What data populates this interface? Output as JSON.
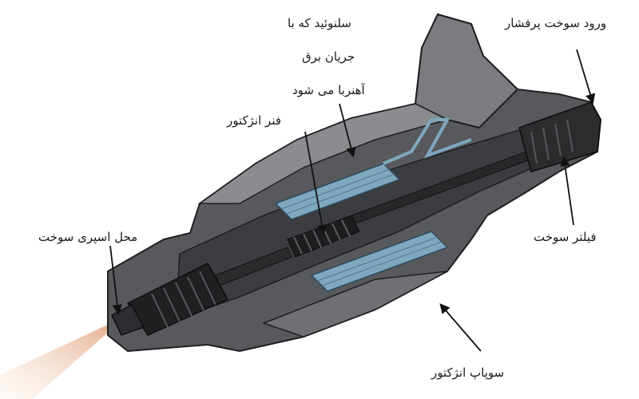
{
  "labels": {
    "solenoid_line1": "سلنوئید که با",
    "solenoid_line2": "جریان برق",
    "solenoid_line3": "آهنربا می شود",
    "fuel_inlet": "ورود سوخت پرفشار",
    "injector_spring": "فنر انژکتور",
    "spray_area": "محل اسپری سوخت",
    "fuel_filter": "فیلتر سوخت",
    "injector_valve": "سوپاپ انژکتور"
  },
  "colors": {
    "body_dark": "#4a4b4e",
    "body_mid": "#6e7073",
    "body_light": "#a9abae",
    "outline": "#1e1f21",
    "coil_blue": "#7fa8be",
    "spray": "#e8b592"
  }
}
